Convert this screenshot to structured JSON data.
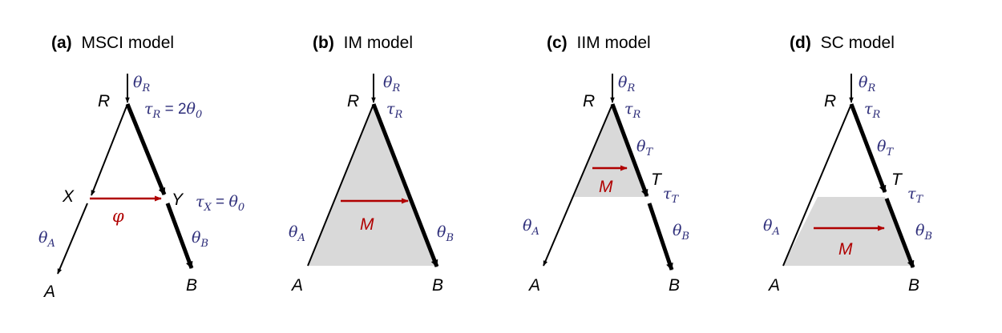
{
  "colors": {
    "branch": "#000000",
    "param": "#2e2e7a",
    "migration": "#b00000",
    "shade": "#d9d9d9"
  },
  "panels": [
    {
      "label": "(a)",
      "title": "MSCI model",
      "nodes": {
        "root": "R",
        "left_tip": "A",
        "right_tip": "B",
        "left_hybrid": "X",
        "right_hybrid": "Y"
      },
      "params": {
        "theta_root": {
          "sym": "θ",
          "sub": "R"
        },
        "tau_root": {
          "sym": "τ",
          "sub": "R",
          "rhs": " = 2",
          "rhs_sym": "θ",
          "rhs_sub": "0"
        },
        "tau_x": {
          "sym": "τ",
          "sub": "X",
          "rhs": " = ",
          "rhs_sym": "θ",
          "rhs_sub": "0"
        },
        "theta_left": {
          "sym": "θ",
          "sub": "A"
        },
        "theta_right": {
          "sym": "θ",
          "sub": "B"
        }
      },
      "migration_label": "φ"
    },
    {
      "label": "(b)",
      "title": "IM model",
      "nodes": {
        "root": "R",
        "left_tip": "A",
        "right_tip": "B"
      },
      "params": {
        "theta_root": {
          "sym": "θ",
          "sub": "R"
        },
        "tau_root": {
          "sym": "τ",
          "sub": "R"
        },
        "theta_left": {
          "sym": "θ",
          "sub": "A"
        },
        "theta_right": {
          "sym": "θ",
          "sub": "B"
        }
      },
      "migration_label": "M"
    },
    {
      "label": "(c)",
      "title": "IIM model",
      "nodes": {
        "root": "R",
        "left_tip": "A",
        "right_tip": "B",
        "split": "T"
      },
      "params": {
        "theta_root": {
          "sym": "θ",
          "sub": "R"
        },
        "tau_root": {
          "sym": "τ",
          "sub": "R"
        },
        "theta_t": {
          "sym": "θ",
          "sub": "T"
        },
        "tau_t": {
          "sym": "τ",
          "sub": "T"
        },
        "theta_left": {
          "sym": "θ",
          "sub": "A"
        },
        "theta_right": {
          "sym": "θ",
          "sub": "B"
        }
      },
      "migration_label": "M"
    },
    {
      "label": "(d)",
      "title": "SC model",
      "nodes": {
        "root": "R",
        "left_tip": "A",
        "right_tip": "B",
        "split": "T"
      },
      "params": {
        "theta_root": {
          "sym": "θ",
          "sub": "R"
        },
        "tau_root": {
          "sym": "τ",
          "sub": "R"
        },
        "theta_t": {
          "sym": "θ",
          "sub": "T"
        },
        "tau_t": {
          "sym": "τ",
          "sub": "T"
        },
        "theta_left": {
          "sym": "θ",
          "sub": "A"
        },
        "theta_right": {
          "sym": "θ",
          "sub": "B"
        }
      },
      "migration_label": "M"
    }
  ]
}
